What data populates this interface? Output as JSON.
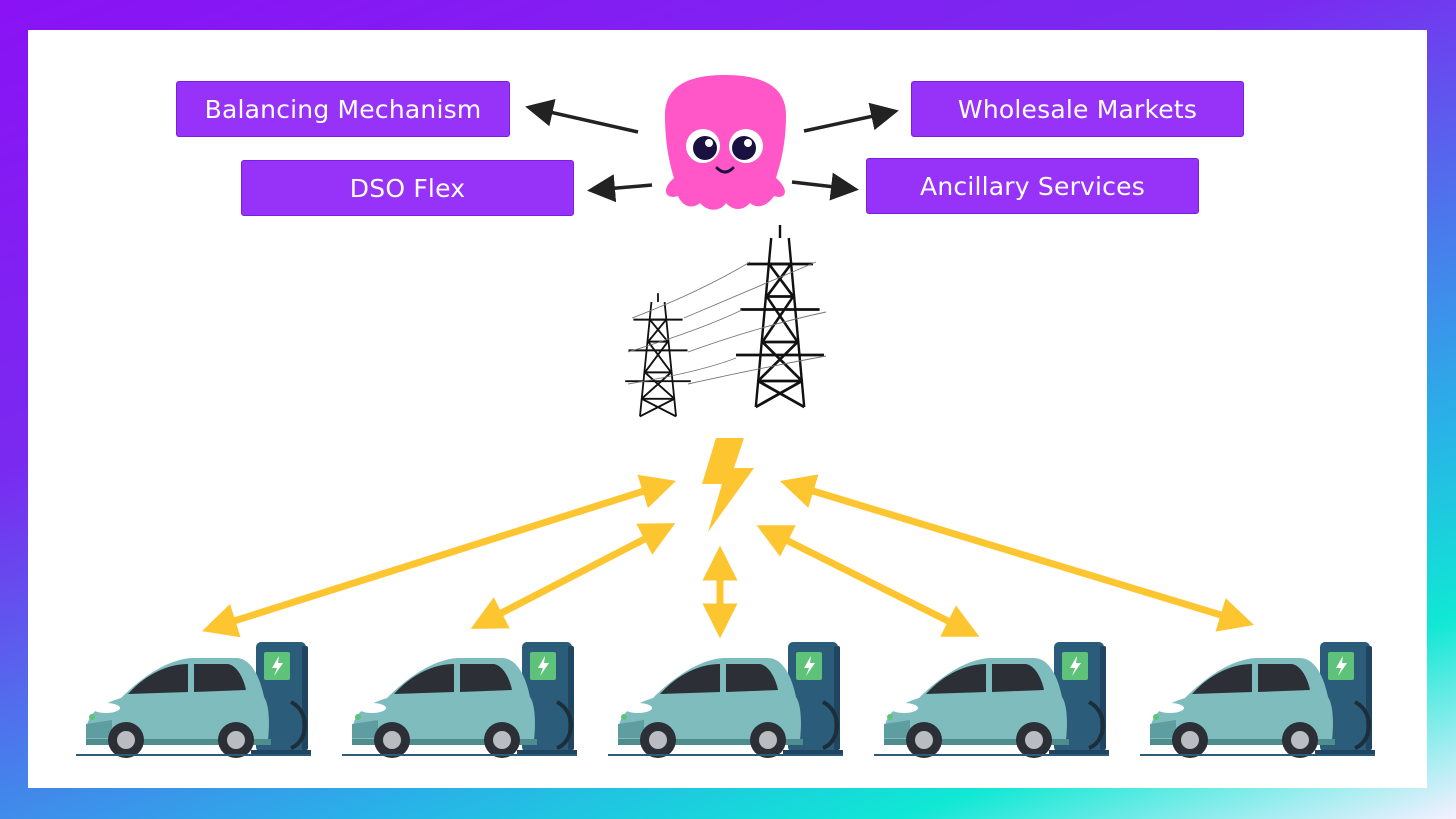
{
  "markets": {
    "balancing": "Balancing Mechanism",
    "dso": "DSO Flex",
    "wholesale": "Wholesale Markets",
    "ancillary": "Ancillary Services"
  },
  "colors": {
    "brand_purple": "#9733f9",
    "mascot_pink": "#ff56c8",
    "energy_yellow": "#fdc630",
    "car_teal": "#7fbcbe",
    "charger_navy": "#2b5c7a"
  },
  "icons": {
    "mascot": "octopus-mascot",
    "grid": "power-pylons-icon",
    "energy": "lightning-bolt-icon",
    "vehicle": "electric-car-charging-icon"
  },
  "vehicle_count": 5
}
